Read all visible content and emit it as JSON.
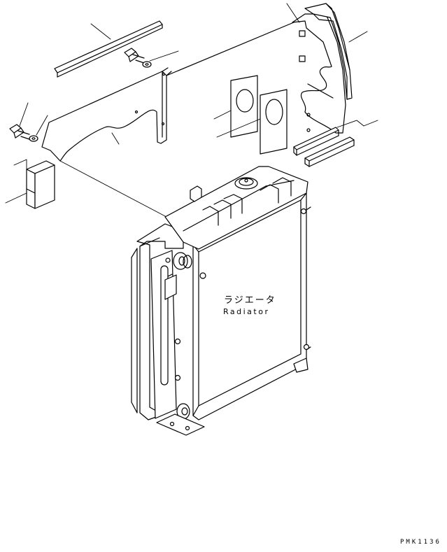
{
  "labels": {
    "radiator_jp": "ラジエータ",
    "radiator_en": "Radiator"
  },
  "reference_code": "PMK1136"
}
